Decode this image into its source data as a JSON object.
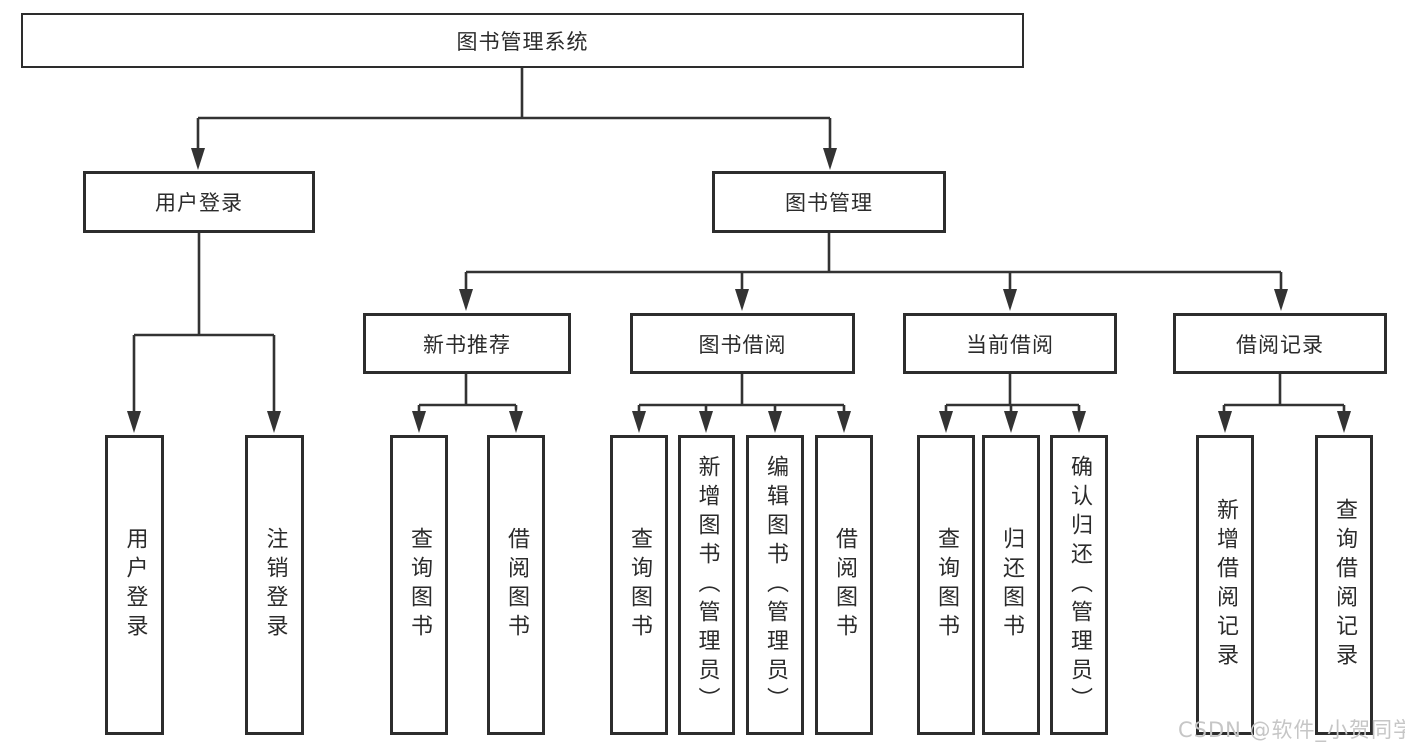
{
  "tree": {
    "root": "图书管理系统",
    "children": [
      {
        "label": "用户登录",
        "children": [
          "用户登录",
          "注销登录"
        ]
      },
      {
        "label": "图书管理",
        "children": [
          {
            "label": "新书推荐",
            "children": [
              "查询图书",
              "借阅图书"
            ]
          },
          {
            "label": "图书借阅",
            "children": [
              "查询图书",
              "新增图书（管理员）",
              "编辑图书（管理员）",
              "借阅图书"
            ]
          },
          {
            "label": "当前借阅",
            "children": [
              "查询图书",
              "归还图书",
              "确认归还（管理员）"
            ]
          },
          {
            "label": "借阅记录",
            "children": [
              "新增借阅记录",
              "查询借阅记录"
            ]
          }
        ]
      }
    ]
  },
  "watermark": {
    "text": "CSDN @软件_小贺同学"
  },
  "colors": {
    "line": "#333333",
    "box_border": "#2d2d2d",
    "box_fill": "#ffffff",
    "text": "#2b2b2b",
    "watermark": "#c6c6c6",
    "background": "#ffffff"
  }
}
